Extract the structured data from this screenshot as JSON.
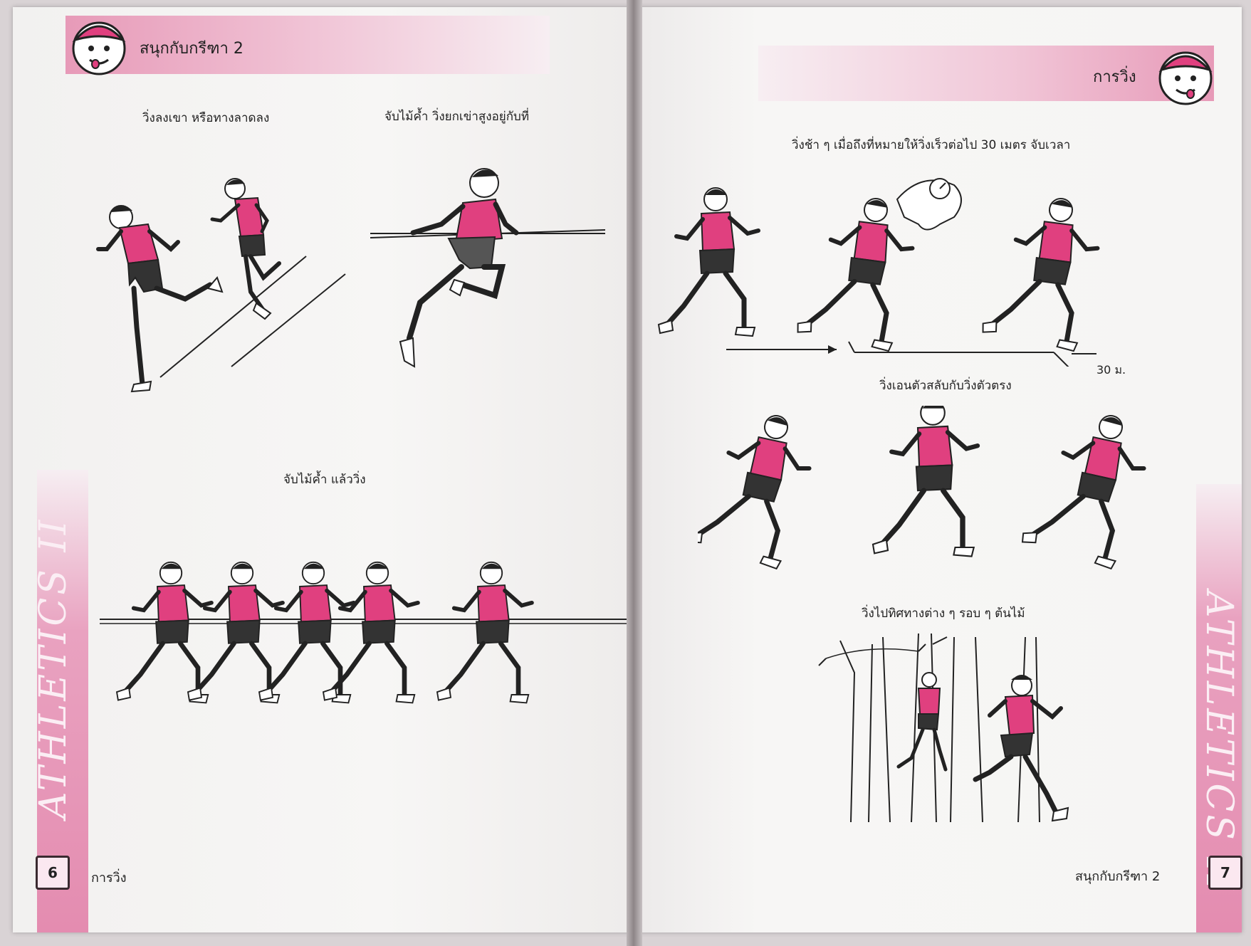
{
  "left_page": {
    "header_title": "สนุกกับกรีฑา 2",
    "captions": {
      "downhill": "วิ่งลงเขา หรือทางลาดลง",
      "pole_knee": "จับไม้ค้ำ วิ่งยกเข่าสูงอยู่กับที่",
      "pole_run": "จับไม้ค้ำ แล้ววิ่ง"
    },
    "side_title": "ATHLETICS II",
    "page_number": "6",
    "footer": "การวิ่ง"
  },
  "right_page": {
    "header_title": "การวิ่ง",
    "captions": {
      "timed": "วิ่งช้า ๆ เมื่อถึงที่หมายให้วิ่งเร็วต่อไป 30 เมตร จับเวลา",
      "lean": "วิ่งเอนตัวสลับกับวิ่งตัวตรง",
      "trees": "วิ่งไปทิศทางต่าง ๆ รอบ ๆ ต้นไม้"
    },
    "distance_label": "30 ม.",
    "side_title": "ATHLETICS II",
    "page_number": "7",
    "footer": "สนุกกับกรีฑา 2"
  },
  "colors": {
    "accent_pink": "#e48cb0",
    "singlet": "#e0407f",
    "shorts": "#333333"
  },
  "icons": [
    "mascot-face-icon",
    "stopwatch-icon"
  ]
}
